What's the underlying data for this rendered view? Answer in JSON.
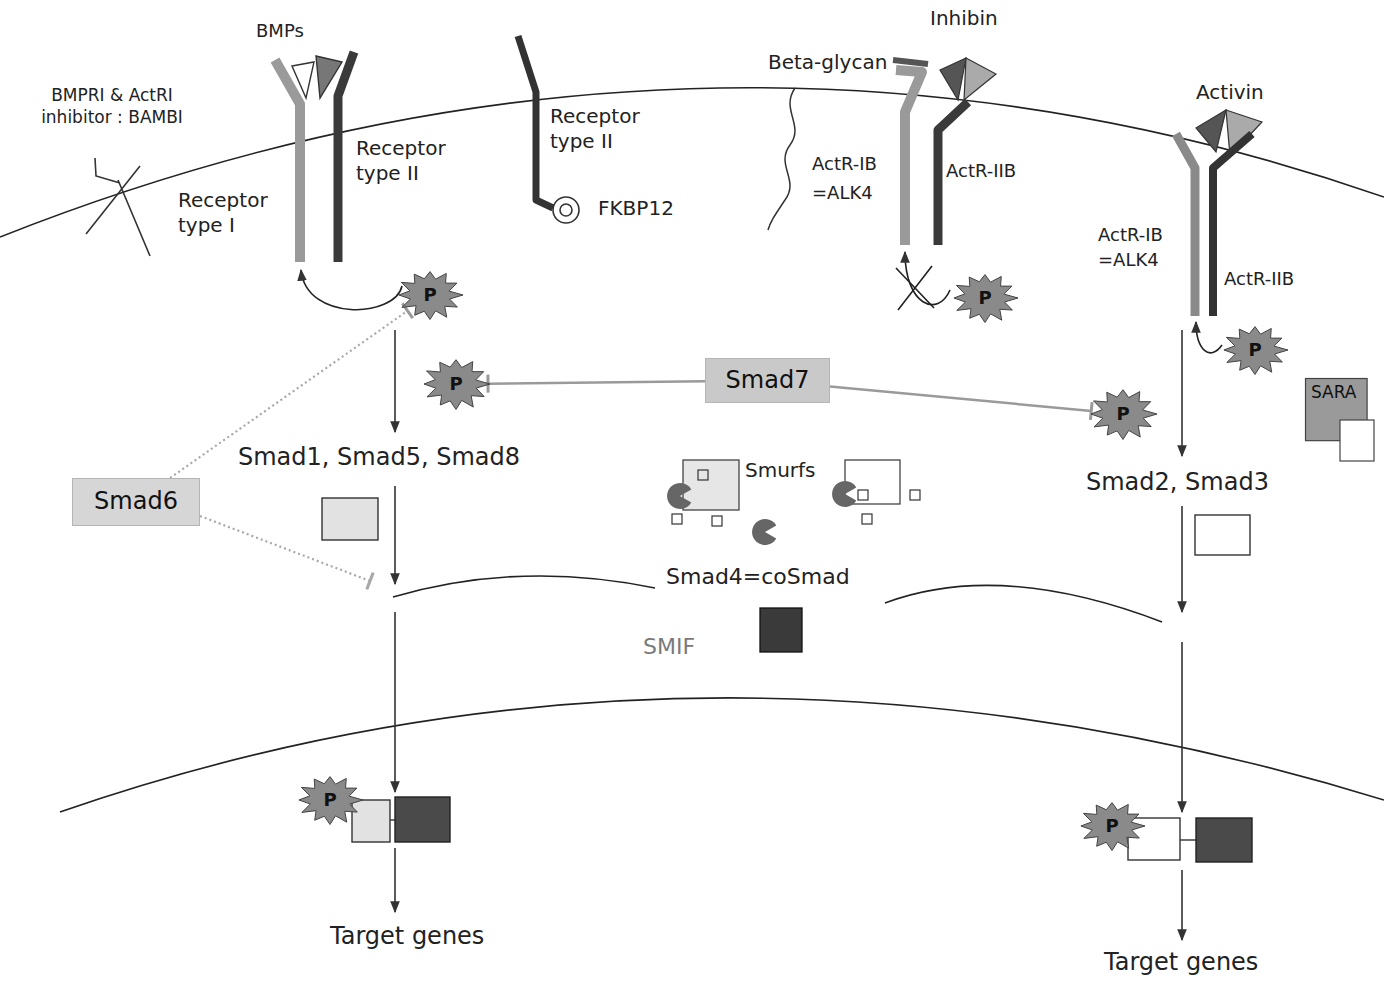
{
  "diagram": {
    "nodes": [
      {
        "text": [
          "P"
        ]
      },
      {
        "text": [
          "P"
        ]
      },
      {
        "text": [
          "P"
        ]
      },
      {
        "text": [
          "Smad7"
        ]
      },
      {
        "text": [
          "SARA"
        ]
      },
      {
        "text": [
          "P"
        ]
      },
      {
        "text": [
          "P"
        ]
      },
      {
        "text": [
          "Smad6"
        ]
      },
      {
        "text": [
          "P"
        ]
      },
      {
        "text": [
          "P"
        ]
      }
    ],
    "edges": [
      {
        "from": 3,
        "to": 5,
        "arrow": "to"
      },
      {
        "from": 3,
        "to": 6,
        "arrow": "to"
      },
      {
        "from": 7,
        "to": 0,
        "arrow": "to"
      }
    ],
    "labels": [
      "BMPs",
      "Inhibin",
      "BMPRI & ActRI inhibitor : BAMBI",
      "Receptor type II",
      "Beta-glycan",
      "Receptor type II",
      "Activin",
      "ActR-IB =ALK4",
      "ActR-IIB",
      "Receptor type I",
      "FKBP12",
      "ActR-IB =ALK4",
      "ActR-IIB",
      "Smad1, Smad5, Smad8",
      "Smurfs",
      "Smad2, Smad3",
      "Smad4=coSmad",
      "SMIF",
      "Target genes",
      "Target genes"
    ]
  }
}
